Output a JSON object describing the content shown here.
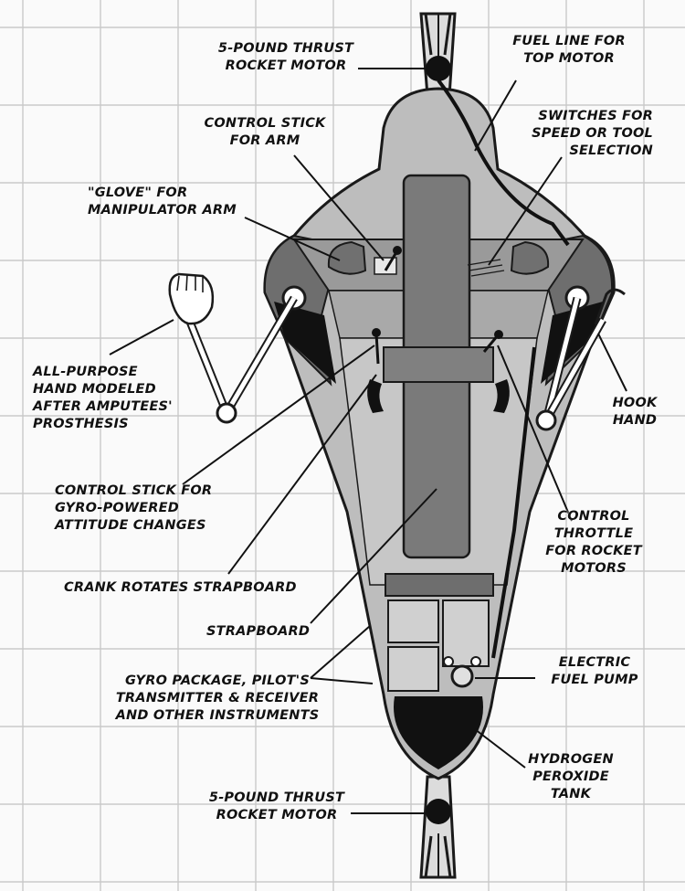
{
  "labels": {
    "top_motor": "5-POUND THRUST\nROCKET MOTOR",
    "fuel_line": "FUEL LINE FOR\nTOP MOTOR",
    "control_stick_arm": "CONTROL STICK\nFOR ARM",
    "switches": "SWITCHES FOR\nSPEED OR TOOL\nSELECTION",
    "glove": "\"GLOVE\" FOR\nMANIPULATOR ARM",
    "all_purpose_hand": "ALL-PURPOSE\nHAND MODELED\nAFTER AMPUTEES'\nPROSTHESIS",
    "hook_hand": "HOOK\nHAND",
    "gyro_stick": "CONTROL STICK FOR\nGYRO-POWERED\nATTITUDE CHANGES",
    "throttle": "CONTROL\nTHROTTLE\nFOR ROCKET\nMOTORS",
    "crank": "CRANK ROTATES STRAPBOARD",
    "strapboard": "STRAPBOARD",
    "electric_pump": "ELECTRIC\nFUEL PUMP",
    "gyro_package": "GYRO PACKAGE, PILOT'S\nTRANSMITTER & RECEIVER\nAND OTHER INSTRUMENTS",
    "hydrogen_tank": "HYDROGEN\nPEROXIDE\nTANK",
    "bottom_motor": "5-POUND THRUST\nROCKET MOTOR"
  },
  "colors": {
    "paper": "#fafafa",
    "grid": "#c9c9c9",
    "outline": "#1a1a1a",
    "body_light": "#bdbdbd",
    "body_mid": "#9a9a9a",
    "body_dark": "#6e6e6e",
    "strapboard": "#7a7a7a",
    "black": "#111111"
  }
}
